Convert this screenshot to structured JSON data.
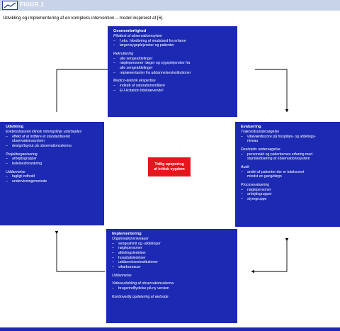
{
  "header": {
    "figure_label": "FIGUR 1"
  },
  "caption": "Udvikling og implementering af en kompleks intervention – model inspireret af [6].",
  "center": {
    "line1": "Tidlig opsporing",
    "line2": "af kritisk sygdom"
  },
  "boxes": {
    "top": {
      "title": "Gennemførlighed",
      "s1_head": "Pilottest af observationssytem",
      "s1_items": [
        "f.eks. håndtering af modstand fra erfarne",
        "læger/sygeplejersker og patienter"
      ],
      "s2_head": "Rekruttering",
      "s2_items": [
        "alle sengeafdelinger",
        "nøglepersoner: læger og sygeplejersker fra",
        "alle sengeafdelinger",
        "repræsentanter fra uddannelsesinstitutioner"
      ],
      "s3_head": "Medico-teknisk ekspertise",
      "s3_items": [
        "indkøb af saturationsmålere",
        "EU-licitation tidskrævende!"
      ]
    },
    "left": {
      "title": "Udvikling",
      "s1_head": "Evidensbaseret klinisk mtningslinje udarbejdes",
      "s1_items": [
        "effekt af at indføre et standardiseret",
        "observationssystem",
        "design/layout på observationsskema"
      ],
      "s2_head": "Projektorganisering",
      "s2_items": [
        "arbejdsgrupper",
        "ledelsesforankring"
      ],
      "s3_head": "Uddannelse",
      "s3_items": [
        "fagligt indhold",
        "undervisningsmetode"
      ]
    },
    "right": {
      "title": "Evaluering",
      "s1_head": "Tværsnitsundersøgelse",
      "s1_items": [
        "vitalværdiscore på hospitals- og afdelings-",
        "niveau"
      ],
      "s2_head": "Deskriptiv undersøgelse",
      "s2_items": [
        "personalet og patienternes erfaring med",
        "standardisering af observationssystem"
      ],
      "s3_head": "Audit",
      "s3_items": [
        "andel af patienter der er totalscoret",
        "mindst en gang/døgn"
      ],
      "s4_head": "Procesevaluering",
      "s4_items": [
        "nøglepersoner",
        "arbejdsgrupper",
        "styregruppe"
      ]
    },
    "bottom": {
      "title": "Implementering",
      "s1_head": "Organisationsniveauer",
      "s1_items": [
        "sengeafsnit og -afdelinger",
        "nøglepersoner",
        "afdelingsledelser",
        "hospitalsledelser",
        "uddannelsesinstitutioner",
        "vikarbureauer"
      ],
      "s2_head": "Uddannelse",
      "s3_head": "Videreudvikling af observationsskema",
      "s3_items": [
        "brugerindflydelse på ny version"
      ],
      "s4_head": "Kontinuerlig opdatering af webside"
    }
  },
  "colors": {
    "box": "#1b29b3",
    "center": "#e8161c",
    "arrow": "#000000",
    "bar": "#c9d3e8"
  }
}
